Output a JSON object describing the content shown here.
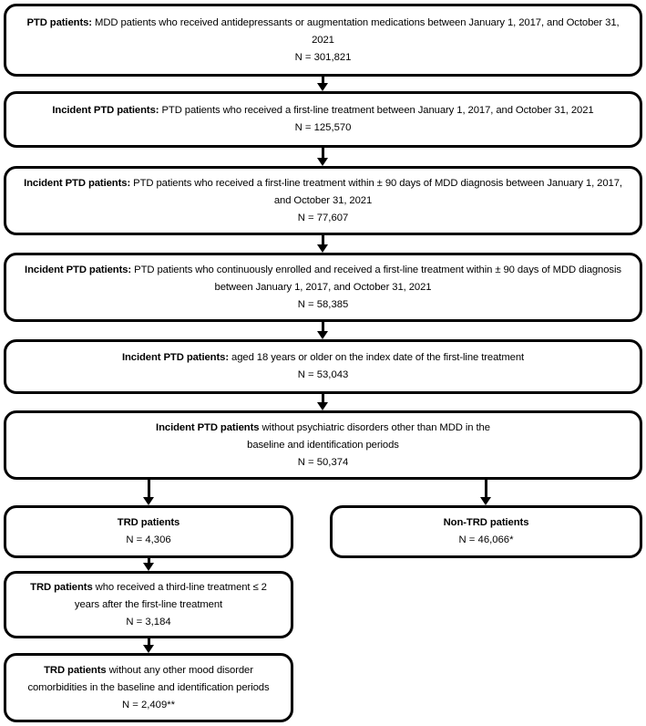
{
  "figure": {
    "type": "patient-attrition-flowchart",
    "title": "",
    "background_color": "#ffffff",
    "line_color": "#000000"
  },
  "nodes": [
    {
      "id": "ptd-patients",
      "bold_lead": "PTD patients:",
      "body": " MDD patients who received antidepressants or augmentation medications between January 1, 2017, and October 31, 2021",
      "count": "N = 301,821"
    },
    {
      "id": "incident-ptd-first-line",
      "bold_lead": "Incident PTD patients:",
      "body": " PTD patients who received a first-line treatment between January 1, 2017, and October 31, 2021",
      "count": "N = 125,570"
    },
    {
      "id": "incident-ptd-90-days",
      "bold_lead": "Incident PTD patients:",
      "body": " PTD patients who received a first-line treatment within ± 90 days of MDD diagnosis between January 1, 2017, and October 31, 2021",
      "count": "N = 77,607"
    },
    {
      "id": "incident-ptd-continuously-enrolled",
      "bold_lead": "Incident PTD patients:",
      "body": " PTD patients who continuously enrolled and received a first-line treatment within ± 90 days of MDD diagnosis between January 1, 2017, and October 31, 2021",
      "count": "N = 58,385"
    },
    {
      "id": "incident-ptd-age-18",
      "bold_lead": "Incident PTD patients:",
      "body": " aged 18 years or older on the index date of the first-line treatment",
      "count": "N = 53,043"
    },
    {
      "id": "incident-ptd-no-psychiatric",
      "bold_lead": "Incident PTD patients",
      "body": " without psychiatric disorders other than MDD in the baseline and identification periods",
      "count": "N = 50,374"
    },
    {
      "id": "trd-patients",
      "bold_lead": "TRD patients",
      "body": "",
      "count": "N = 4,306"
    },
    {
      "id": "non-trd-patients",
      "bold_lead": "Non-TRD patients",
      "body": "",
      "count": "N = 46,066*"
    },
    {
      "id": "trd-third-line",
      "bold_lead": "TRD patients",
      "body": " who received a third-line treatment ≤ 2 years after the first-line treatment",
      "count": "N = 3,184"
    },
    {
      "id": "trd-no-mood-comorbidities",
      "bold_lead": "TRD patients",
      "body": " without any other mood disorder comorbidities in the baseline and identification periods",
      "count": "N = 2,409**"
    }
  ],
  "connectors": [
    {
      "id": "arrow-1-to-2",
      "from": "ptd-patients",
      "to": "incident-ptd-first-line"
    },
    {
      "id": "arrow-2-to-3",
      "from": "incident-ptd-first-line",
      "to": "incident-ptd-90-days"
    },
    {
      "id": "arrow-3-to-4",
      "from": "incident-ptd-90-days",
      "to": "incident-ptd-continuously-enrolled"
    },
    {
      "id": "arrow-4-to-5",
      "from": "incident-ptd-continuously-enrolled",
      "to": "incident-ptd-age-18"
    },
    {
      "id": "arrow-5-to-6",
      "from": "incident-ptd-age-18",
      "to": "incident-ptd-no-psychiatric"
    },
    {
      "id": "arrow-6-to-trd",
      "from": "incident-ptd-no-psychiatric",
      "to": "trd-patients"
    },
    {
      "id": "arrow-6-to-non-trd",
      "from": "incident-ptd-no-psychiatric",
      "to": "non-trd-patients"
    },
    {
      "id": "arrow-trd-to-third-line",
      "from": "trd-patients",
      "to": "trd-third-line"
    },
    {
      "id": "arrow-third-line-to-final",
      "from": "trd-third-line",
      "to": "trd-no-mood-comorbidities"
    }
  ]
}
